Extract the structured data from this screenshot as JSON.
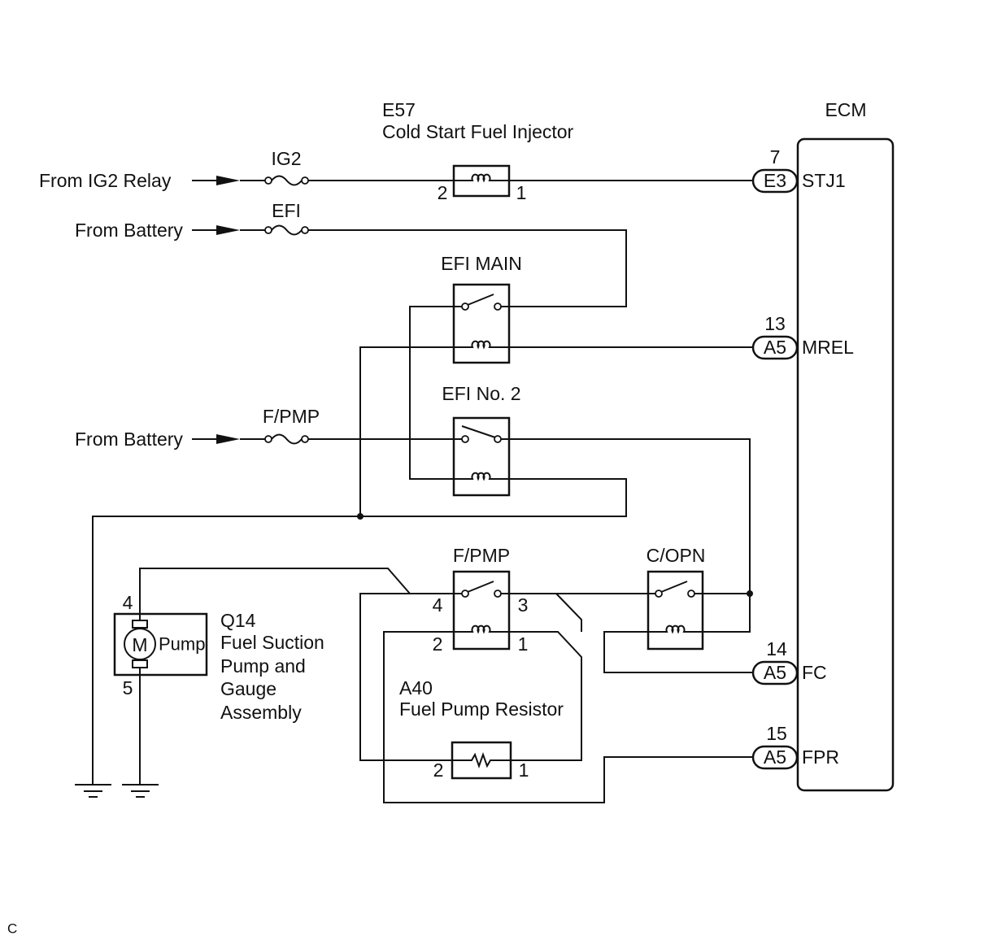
{
  "ecm": {
    "title": "ECM",
    "pins": [
      {
        "number": "7",
        "connector": "E3",
        "name": "STJ1"
      },
      {
        "number": "13",
        "connector": "A5",
        "name": "MREL"
      },
      {
        "number": "14",
        "connector": "A5",
        "name": "FC"
      },
      {
        "number": "15",
        "connector": "A5",
        "name": "FPR"
      }
    ]
  },
  "sources": [
    {
      "label": "From IG2 Relay",
      "fuse": "IG2"
    },
    {
      "label": "From Battery",
      "fuse": "EFI"
    },
    {
      "label": "From Battery",
      "fuse": "F/PMP"
    }
  ],
  "injector": {
    "code": "E57",
    "name": "Cold Start Fuel Injector",
    "pins": [
      "2",
      "1"
    ]
  },
  "relays": {
    "efi_main": {
      "label": "EFI MAIN"
    },
    "efi_no2": {
      "label": "EFI No. 2"
    },
    "fpmp": {
      "label": "F/PMP",
      "pins": [
        "4",
        "3",
        "2",
        "1"
      ]
    },
    "copn": {
      "label": "C/OPN"
    }
  },
  "pump": {
    "code": "Q14",
    "name_lines": [
      "Fuel Suction",
      "Pump and",
      "Gauge",
      "Assembly"
    ],
    "motor_symbol": "M",
    "label": "Pump",
    "pins": [
      "4",
      "5"
    ]
  },
  "resistor": {
    "code": "A40",
    "name": "Fuel Pump Resistor",
    "pins": [
      "2",
      "1"
    ]
  },
  "corner_mark": "C",
  "icons": [
    "arrow-icon",
    "fuse-icon",
    "coil-icon",
    "switch-icon",
    "motor-icon",
    "resistor-icon",
    "ground-icon"
  ]
}
